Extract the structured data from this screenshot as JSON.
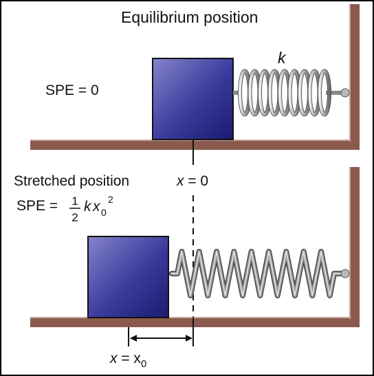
{
  "top": {
    "title": "Equilibrium position",
    "spe_label": "SPE = 0",
    "spring_constant": "k"
  },
  "bottom": {
    "title": "Stretched position",
    "spe_prefix": "SPE =",
    "frac_num": "1",
    "frac_den": "2",
    "spe_k": "k",
    "spe_x": "x",
    "spe_sub": "0",
    "spe_sup": "2"
  },
  "marker": {
    "x_var": "x",
    "x_eq_zero": " = 0",
    "x0_var": "x",
    "x0_mid": " = x",
    "x0_sub": "0"
  },
  "colors": {
    "wall": "#8a5a4e",
    "block_light": "#7575c8",
    "block_dark": "#1e1e78",
    "spring": "#9a9a9a",
    "border": "#000000"
  }
}
